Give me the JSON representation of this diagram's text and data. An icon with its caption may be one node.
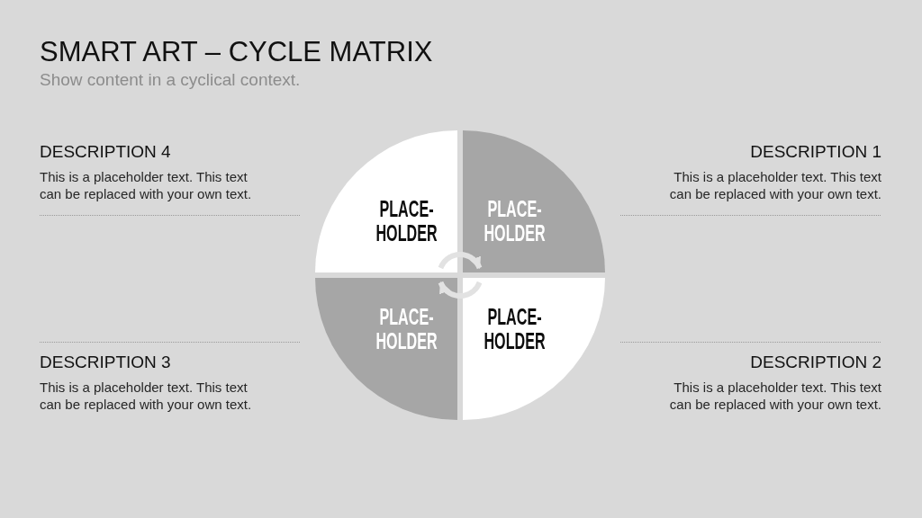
{
  "diagram": {
    "title": "SMART ART – CYCLE MATRIX",
    "nodes": [
      {
        "text": [
          "PLACE- HOLDER"
        ]
      },
      {
        "text": [
          "PLACE- HOLDER"
        ]
      },
      {
        "text": [
          "PLACE- HOLDER"
        ]
      },
      {
        "text": [
          "PLACE- HOLDER"
        ]
      }
    ],
    "edges": [
      {
        "from": 0,
        "to": 1,
        "arrow": "to"
      },
      {
        "from": 3,
        "to": 2,
        "arrow": "to"
      }
    ],
    "labels": [
      "Show content in a cyclical context.",
      "DESCRIPTION 4",
      "This is a placeholder text. This text can be replaced with your own text.",
      "DESCRIPTION 1",
      "This is a placeholder text. This text can be replaced with your own text.",
      "DESCRIPTION 3",
      "This is a placeholder text. This text can be replaced with your own text.",
      "DESCRIPTION 2",
      "This is a placeholder text. This text can be replaced with your own text."
    ]
  }
}
